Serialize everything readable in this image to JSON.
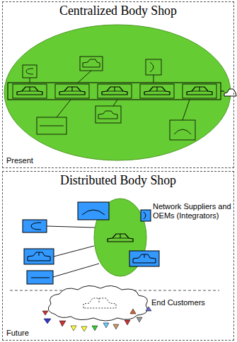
{
  "diagram": {
    "nodes": [
      {
        "text": [
          "Centralized  Body Shop",
          "Present"
        ]
      },
      {
        "text": [
          "Distributed Body Shop",
          "Future"
        ]
      }
    ],
    "labels": [
      "Network Suppliers and OEMs (Integrators)",
      "End Customers"
    ]
  }
}
